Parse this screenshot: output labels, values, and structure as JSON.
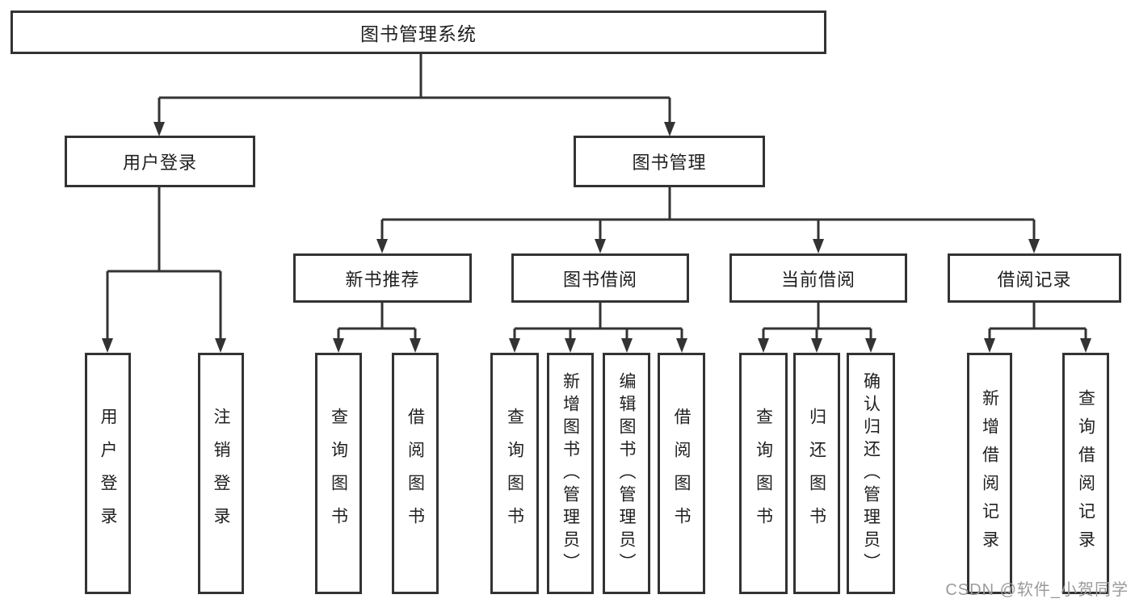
{
  "diagram": {
    "root": {
      "label": "图书管理系统"
    },
    "level2": {
      "user_login": {
        "label": "用户登录"
      },
      "book_manage": {
        "label": "图书管理"
      }
    },
    "user_login_children": {
      "login": {
        "label": "用户登录"
      },
      "logout": {
        "label": "注销登录"
      }
    },
    "book_manage_children": {
      "new_book_rec": {
        "label": "新书推荐"
      },
      "book_borrow": {
        "label": "图书借阅"
      },
      "current_borrow": {
        "label": "当前借阅"
      },
      "borrow_record": {
        "label": "借阅记录"
      }
    },
    "new_book_rec_children": {
      "query_book": {
        "label": "查询图书"
      },
      "borrow_book": {
        "label": "借阅图书"
      }
    },
    "book_borrow_children": {
      "query_book": {
        "label": "查询图书"
      },
      "add_book": {
        "label": "新增图书（管理员）"
      },
      "edit_book": {
        "label": "编辑图书（管理员）"
      },
      "borrow_book": {
        "label": "借阅图书"
      }
    },
    "current_borrow_children": {
      "query_book": {
        "label": "查询图书"
      },
      "return_book": {
        "label": "归还图书"
      },
      "confirm_return": {
        "label": "确认归还（管理员）"
      }
    },
    "borrow_record_children": {
      "add_record": {
        "label": "新增借阅记录"
      },
      "query_record": {
        "label": "查询借阅记录"
      }
    },
    "colors": {
      "line": "#333333",
      "text": "#1f1f1f",
      "watermark": "#9b9b9b",
      "background": "#ffffff"
    }
  },
  "watermark": {
    "text": "CSDN @软件_小贺同学"
  }
}
